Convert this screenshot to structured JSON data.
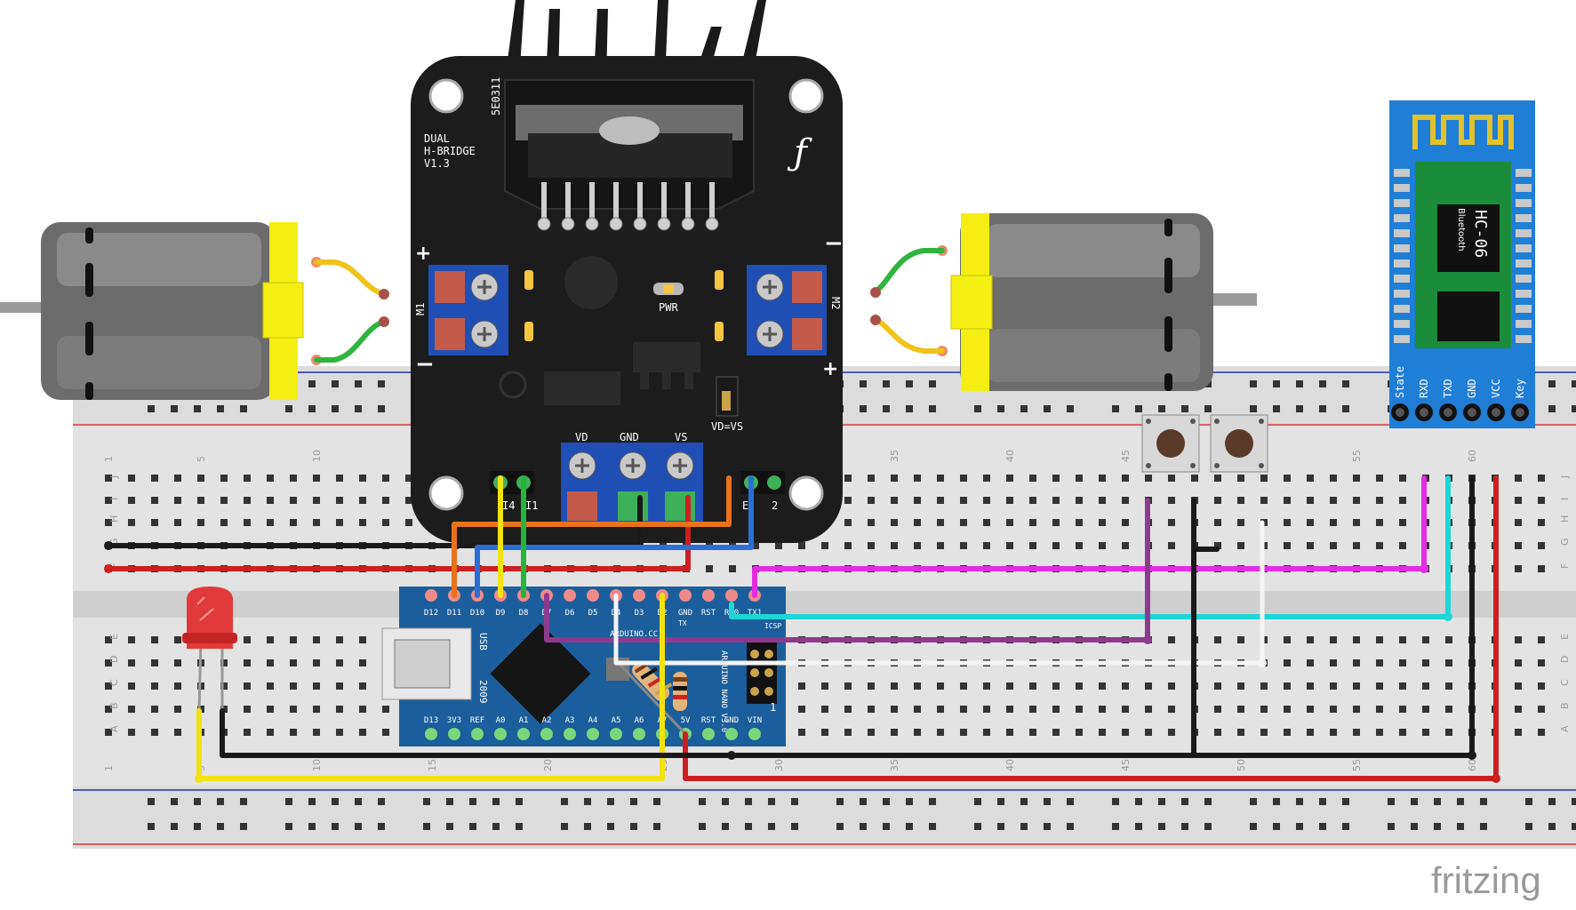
{
  "watermark": "fritzing",
  "hbridge": {
    "code": "5E0311",
    "name_line1": "DUAL",
    "name_line2": "H-BRIDGE",
    "name_line3": "V1.3",
    "plus": "+",
    "minus": "−",
    "m1": "M1",
    "m2": "M2",
    "pwr": "PWR",
    "vd": "VD",
    "gnd": "GND",
    "vs": "VS",
    "jumper": "VD=VS",
    "pin_i4": "I4",
    "pin_i1": "I1",
    "pin_e": "E",
    "pin_2": "2"
  },
  "bluetooth": {
    "model": "HC-06",
    "sub": "Bluetooth",
    "pins": [
      "State",
      "RXD",
      "TXD",
      "GND",
      "VCC",
      "Key"
    ]
  },
  "arduino": {
    "top_pins": [
      "D12",
      "D11",
      "D10",
      "D9",
      "D8",
      "D7",
      "D6",
      "D5",
      "D4",
      "D3",
      "D2",
      "GND",
      "RST",
      "RX0",
      "TX1"
    ],
    "bottom_pins": [
      "D13",
      "3V3",
      "REF",
      "A0",
      "A1",
      "A2",
      "A3",
      "A4",
      "A5",
      "A6",
      "A7",
      "5V",
      "RST",
      "GND",
      "VIN"
    ],
    "usb": "USB",
    "year": "2009",
    "brand": "ARDUINO.CC",
    "model": "ARDUINO NANO V3.0",
    "icsp": "ICSP",
    "tx": "TX",
    "one": "1"
  },
  "breadboard": {
    "col_numbers": [
      "1",
      "5",
      "10",
      "15",
      "20",
      "25",
      "30",
      "35",
      "40",
      "45",
      "50",
      "55",
      "60"
    ],
    "rows_top": [
      "J",
      "I",
      "H",
      "G",
      "F"
    ],
    "rows_bottom": [
      "E",
      "D",
      "C",
      "B",
      "A"
    ]
  },
  "colors": {
    "wire_red": "#cc1f1f",
    "wire_black": "#1a1a1a",
    "wire_yellow": "#f2e20f",
    "wire_green": "#27b43a",
    "wire_orange": "#e8731a",
    "wire_blue": "#2a6fd6",
    "wire_magenta": "#e32de3",
    "wire_cyan": "#1fd6d6",
    "wire_purple": "#8e3a8e",
    "wire_white": "#f4f4f4",
    "pcb_black": "#1c1c1c",
    "pcb_blue": "#1b5e9b",
    "bt_blue": "#1f7ed6",
    "motor_yellow": "#f4ee12"
  }
}
